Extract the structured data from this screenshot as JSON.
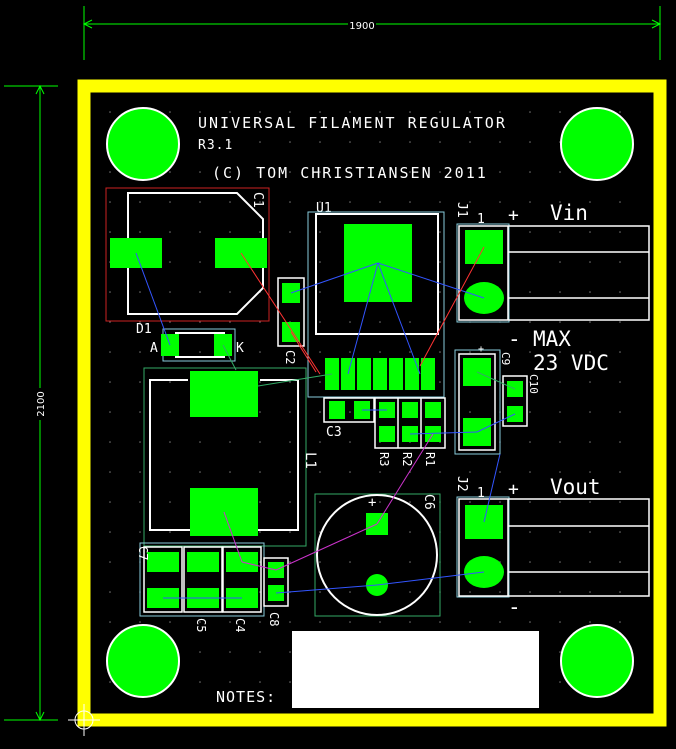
{
  "colors": {
    "background": "#000000",
    "board_outline": "#ffff00",
    "copper": "#00ff00",
    "silkscreen": "#ffffff",
    "dimension": "#00ff00",
    "ratsnest_blue": "#3355ff",
    "ratsnest_red": "#ff3333",
    "ratsnest_magenta": "#cc33cc",
    "keepout_green": "#33aa66",
    "keepout_red": "#cc2222",
    "outline_cyan": "#88ccdd"
  },
  "dimensions": {
    "width": "1900",
    "height": "2100"
  },
  "title": {
    "line1": "UNIVERSAL FILAMENT REGULATOR",
    "line2": "R3.1",
    "line3": "(C) TOM CHRISTIANSEN 2011"
  },
  "notes_label": "NOTES:",
  "connectors": {
    "j1_label": "Vin",
    "j1_plus": "+",
    "j1_minus": "-",
    "j2_label": "Vout",
    "j2_plus": "+",
    "j2_minus": "-",
    "max_line1": "MAX",
    "max_line2": "23 VDC"
  },
  "refdes": {
    "c1": "C1",
    "d1": "D1",
    "d1_anode": "A",
    "d1_cathode": "K",
    "u1": "U1",
    "c2": "C2",
    "c3": "C3",
    "c4": "C4",
    "c5": "C5",
    "c6": "C6",
    "c6_plus": "+",
    "c7": "C7",
    "c8": "C8",
    "c9": "C9",
    "c9_plus": "+",
    "c10": "C10",
    "l1": "L1",
    "r1": "R1",
    "r2": "R2",
    "r3": "R3",
    "j1": "J1",
    "j1_pin": "1",
    "j2": "J2",
    "j2_pin": "1"
  }
}
